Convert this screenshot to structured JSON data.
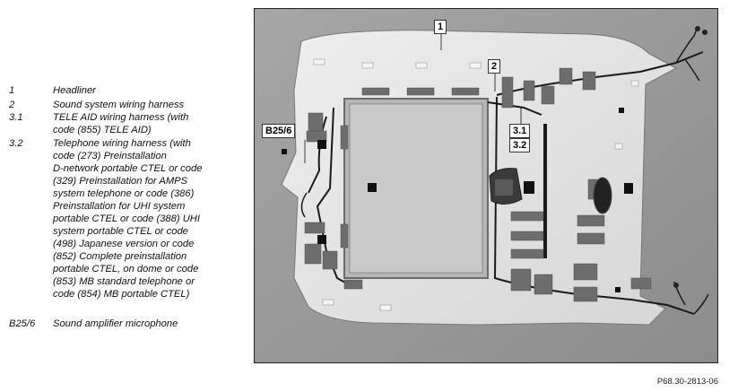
{
  "legend": {
    "items": [
      {
        "key": "1",
        "lines": [
          "Headliner"
        ]
      },
      {
        "key": "2",
        "lines": [
          "Sound system wiring harness"
        ]
      },
      {
        "key": "3.1",
        "lines": [
          "TELE AID wiring harness (with",
          "code (855) TELE AID)"
        ]
      },
      {
        "key": "3.2",
        "lines": [
          "Telephone wiring harness (with",
          "code (273) Preinstallation",
          "D-network portable CTEL or code",
          "(329) Preinstallation for AMPS",
          "system telephone or code (386)",
          "Preinstallation for UHI system",
          "portable CTEL or code (388) UHI",
          "system portable CTEL or code",
          "(498) Japanese version or code",
          "(852) Complete preinstallation",
          "portable CTEL, on dome or code",
          "(853) MB standard telephone or",
          "code (854) MB portable CTEL)"
        ]
      },
      {
        "key": "B25/6",
        "lines": [
          "Sound amplifier microphone"
        ]
      }
    ]
  },
  "figure": {
    "callouts": {
      "c1": "1",
      "c2": "2",
      "c31": "3.1",
      "c32": "3.2",
      "cb": "B25/6"
    },
    "reference": "P68.30-2813-06"
  }
}
